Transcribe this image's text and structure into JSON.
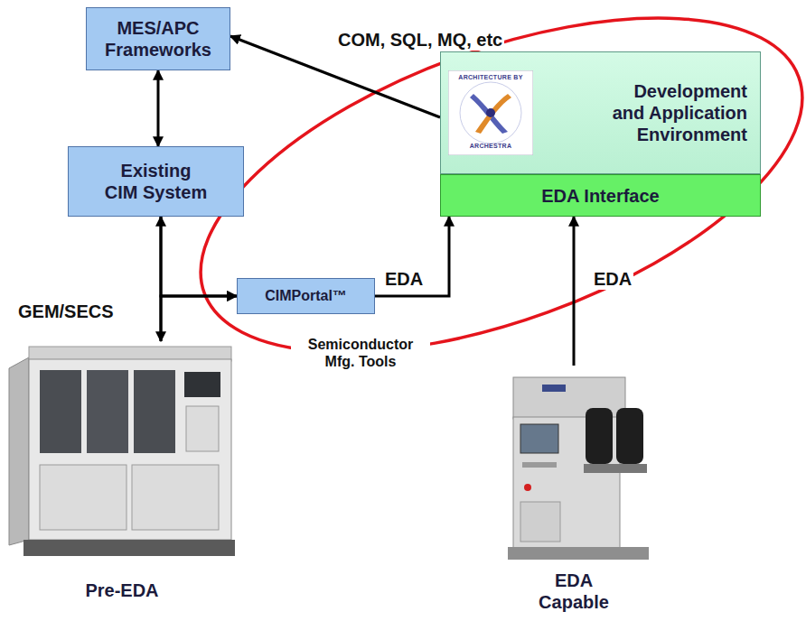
{
  "diagram": {
    "nodes": [
      {
        "text": [
          "MES/APC Frameworks"
        ]
      },
      {
        "text": [
          "Development and Application Environment"
        ]
      },
      {
        "text": [
          "EDA Interface"
        ]
      },
      {
        "text": [
          "Existing CIM System"
        ]
      },
      {
        "text": [
          "CIMPortal™"
        ]
      },
      {
        "text": [
          "Pre-EDA"
        ]
      },
      {
        "text": [
          "EDA Capable"
        ]
      }
    ],
    "edges": [
      {
        "from": 0,
        "to": 3,
        "arrow": "both"
      },
      {
        "from": 3,
        "to": 5,
        "label": "GEM/SECS",
        "arrow": "both"
      },
      {
        "from": 3,
        "to": 4,
        "arrow": "to"
      },
      {
        "from": 5,
        "to": 4,
        "arrow": "to"
      },
      {
        "from": 4,
        "to": 2,
        "label": "EDA",
        "arrow": "to"
      },
      {
        "from": 6,
        "to": 2,
        "label": "EDA",
        "arrow": "to"
      },
      {
        "from": 1,
        "to": 0,
        "label": "COM, SQL, MQ, etc",
        "arrow": "to"
      }
    ],
    "labels": [
      "Semiconductor Mfg. Tools",
      "ARCHITECTURE BY",
      "ARCHESTRA"
    ]
  }
}
